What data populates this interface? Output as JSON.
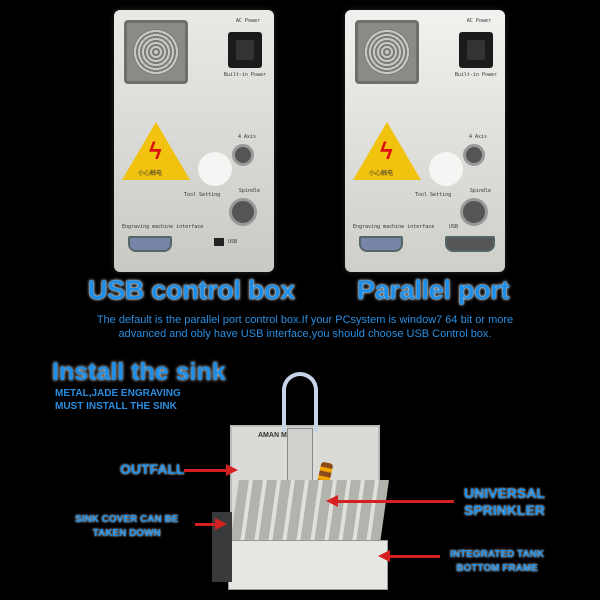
{
  "top_panels": {
    "left": {
      "ac_power": "AC Power",
      "builtin_power": "Built-in Power",
      "axis": "4 Axis",
      "tool_setting": "Tool Setting",
      "spindle": "Spindle",
      "interface": "Engraving machine interface",
      "usb": "USB",
      "warning": "小心触电"
    },
    "right": {
      "ac_power": "AC Power",
      "builtin_power": "Built-in Power",
      "axis": "4 Axis",
      "tool_setting": "Tool Setting",
      "spindle": "Spindle",
      "interface": "Engraving machine interface",
      "usb": "USB",
      "warning": "小心触电"
    }
  },
  "captions": {
    "usb_box": "USB control box",
    "parallel_port": "Parallel port",
    "note_line1": "The default is the parallel port control box.If your PCsystem is window7 64 bit or more",
    "note_line2": "advanced and obly have USB interface,you should choose USB Control box."
  },
  "sink_section": {
    "title": "Install the sink",
    "subtitle_line1": "METAL,JADE ENGRAVING",
    "subtitle_line2": "MUST INSTALL THE SINK",
    "brand": "AMAN MA"
  },
  "callouts": {
    "outfall": "OUTFALL",
    "universal_line1": "UNIVERSAL",
    "universal_line2": "SPRINKLER",
    "cover_line1": "SINK COVER CAN BE",
    "cover_line2": "TAKEN DOWN",
    "tank_line1": "INTEGRATED TANK",
    "tank_line2": "BOTTOM FRAME"
  },
  "colors": {
    "heading_blue": "#1e8fe8",
    "arrow_red": "#d42020",
    "warning_yellow": "#f2c30e"
  }
}
